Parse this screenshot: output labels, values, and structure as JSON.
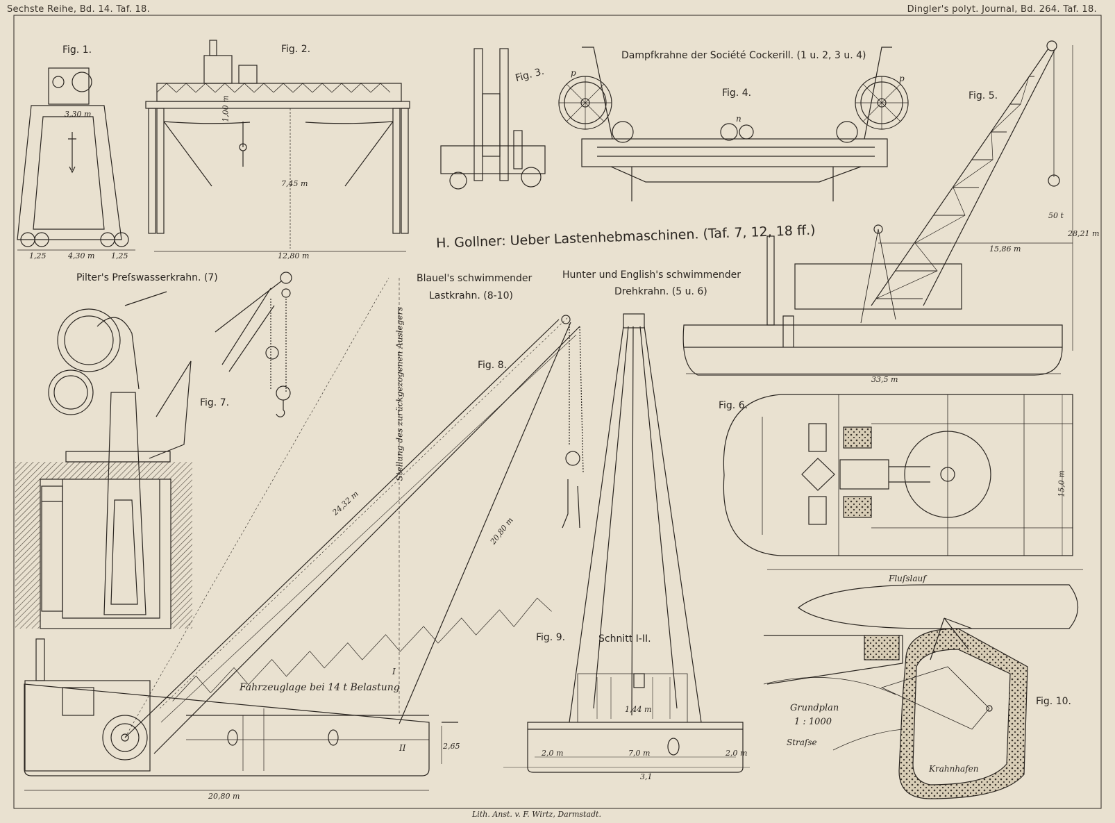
{
  "header": {
    "left": "Sechste Reihe, Bd. 14. Taf. 18.",
    "right": "Dingler's polyt. Journal, Bd. 264. Taf. 18."
  },
  "title": "H. Gollner: Ueber Lastenhebmaschinen. (Taf. 7, 12, 18 ff.)",
  "captions": {
    "cockerill": "Dampfkrahne der Société Cockerill. (1 u. 2, 3 u. 4)",
    "pilter": "Pilter's Preſswasserkrahn. (7)",
    "blauel_1": "Blauel's schwimmender",
    "blauel_2": "Lastkrahn. (8-10)",
    "hunter_1": "Hunter und English's schwimmender",
    "hunter_2": "Drehkrahn. (5 u. 6)",
    "fahrzeug": "Fahrzeuglage bei 14 t Belastung",
    "stellung": "Stellung des zurückgezogenen Auslegers",
    "schnitt": "Schnitt    I-II.",
    "grundplan": "Grundplan",
    "scale": "1 : 1000",
    "flusslauf": "Fluſslauf",
    "strasse": "Straſse",
    "krahnhafen": "Krahnhafen",
    "printer": "Lith. Anst. v. F. Wirtz, Darmstadt."
  },
  "figures": {
    "f1": "Fig. 1.",
    "f2": "Fig. 2.",
    "f3": "Fig. 3.",
    "f4": "Fig. 4.",
    "f5": "Fig. 5.",
    "f6": "Fig. 6.",
    "f7": "Fig. 7.",
    "f8": "Fig. 8.",
    "f9": "Fig. 9.",
    "f10": "Fig. 10."
  },
  "dims": {
    "d330": "3,30 m",
    "d125a": "1,25",
    "d430": "4,30 m",
    "d125b": "1,25",
    "d100": "1,00 m",
    "d745": "7,45 m",
    "d1280": "12,80 m",
    "d2821": "28,21 m",
    "d1586": "15,86 m",
    "d50t": "50 t",
    "d335": "33,5 m",
    "d150": "15,0 m",
    "d2432": "24,32 m",
    "d2080": "20,80 m",
    "d265": "2,65",
    "d2080b": "20,80 m",
    "d144": "1,44 m",
    "d20a": "2,0 m",
    "d70": "7,0 m",
    "d20b": "2,0 m",
    "d31": "3,1"
  },
  "labels": {
    "p": "p",
    "n": "n",
    "I": "I",
    "II": "II"
  },
  "colors": {
    "paper": "#e9e1d0",
    "ink": "#2a2520",
    "hatch": "#4a4238"
  }
}
